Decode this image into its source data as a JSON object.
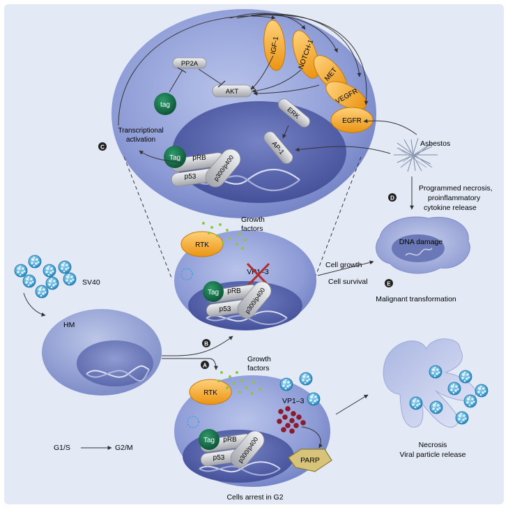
{
  "labels": {
    "sv40": "SV40",
    "hm": "HM",
    "g1s": "G1/S",
    "g2m": "G2/M",
    "growth_factors_b": [
      "Growth",
      "factors"
    ],
    "growth_factors_a": [
      "Growth",
      "factors"
    ],
    "rtk": "RTK",
    "vp13": "VP1–3",
    "tag": "Tag",
    "tag_small": "tag",
    "prb": "pRB",
    "p53": "p53",
    "p300": "p300/p400",
    "parp": "PARP",
    "pp2a": "PP2A",
    "akt": "AKT",
    "erk": "ERK",
    "ap1": "AP-1",
    "igf1": "IGF-1",
    "notch1": "NOTCH-1",
    "met": "MET",
    "vegfr": "VEGFR",
    "egfr": "EGFR",
    "asbestos": "Asbestos",
    "transcriptional": [
      "Transcriptional",
      "activation"
    ],
    "programmed": [
      "Programmed necrosis,",
      "proinflammatory",
      "cytokine release"
    ],
    "dna_damage": "DNA damage",
    "cell_growth": "Cell growth",
    "cell_survival": "Cell survival",
    "malignant": "Malignant transformation",
    "necrosis": [
      "Necrosis",
      "Viral particle release"
    ],
    "cells_arrest": "Cells arrest in G2"
  },
  "markers": {
    "a": "A",
    "b": "B",
    "c": "C",
    "d": "D",
    "e": "E"
  },
  "colors": {
    "background": "#e3e9f5",
    "cell_outer": "#7e8fcf",
    "cell_nucleus": "#4d5aa2",
    "receptor_orange": "#f5a623",
    "tag_green": "#0f6b45",
    "protein_gray": "#c4c6ca",
    "virus_blue": "#3aa3d9",
    "granule_red": "#8b1a2e",
    "parp_tan": "#d7c37a",
    "growth_factor_green": "#8cc63f",
    "cross_red": "#b22a2a"
  }
}
